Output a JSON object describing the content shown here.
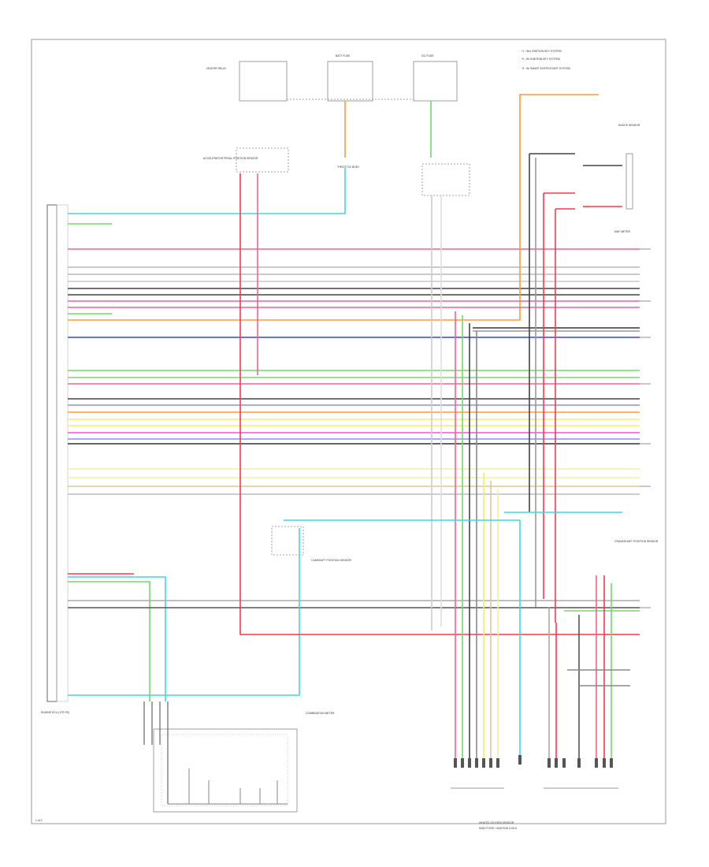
{
  "legend": {
    "items": [
      "*1 : W/o IGNITION KEY SYSTEM",
      "*2 : W/ IGNITION KEY SYSTEM",
      "*3 : W/ SMART ENTRY/START SYSTEM"
    ]
  },
  "wire_colors": {
    "cyan": "#3fd7e6",
    "green": "#74d86a",
    "pink": "#ff5f86",
    "red": "#ff3552",
    "gray": "#b9b9b9",
    "black": "#333333",
    "orange": "#ff9a3a",
    "blue": "#3344ff",
    "violet": "#8a8cff",
    "yellow": "#f2ef6a",
    "magenta": "#ff4de0",
    "lightyellow": "#f4f0a8",
    "tan": "#d8c7a0"
  },
  "components": {
    "pcm": {
      "label": "ENGINE ECU (1TR-FE)"
    },
    "power_source_1": {
      "label": "HEATER RELAY"
    },
    "power_source_2": {
      "label": "BATT FUSE"
    },
    "power_source_3": {
      "label": "IG1 FUSE"
    },
    "accel_sensor": {
      "label": "ACCELERATOR PEDAL POSITION SENSOR"
    },
    "throttle": {
      "label": "THROTTLE BODY"
    },
    "knock": {
      "label": "KNOCK SENSOR"
    },
    "combination_meter": {
      "label": "COMBINATION METER"
    },
    "maf": {
      "label": "MAF METER"
    },
    "crank": {
      "label": "CRANKSHAFT POSITION SENSOR"
    },
    "cam": {
      "label": "CAMSHAFT POSITION SENSOR"
    },
    "o2_sensor": {
      "label": "HEATED OXYGEN SENSOR"
    },
    "injectors": {
      "label": "INJECTORS / IGNITION COILS"
    }
  },
  "footer": {
    "page_ref": "1 of 2"
  }
}
